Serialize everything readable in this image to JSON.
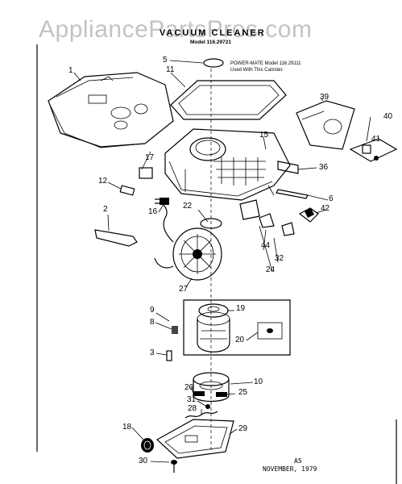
{
  "watermark": "AppliancePartsPros.com",
  "header": {
    "title": "VACUUM CLEANER",
    "model": "Model 116.29721",
    "note_line1": "POWER-MATE Model 116.29111",
    "note_line2": "Used With This Canister."
  },
  "footer": {
    "code": "A5",
    "date": "NOVEMBER, 1979"
  },
  "callouts": [
    "1",
    "2",
    "3",
    "5",
    "6",
    "8",
    "9",
    "10",
    "11",
    "12",
    "15",
    "16",
    "17",
    "18",
    "19",
    "20",
    "22",
    "24",
    "25",
    "26",
    "27",
    "28",
    "29",
    "30",
    "31",
    "32",
    "36",
    "39",
    "40",
    "41",
    "42",
    "44"
  ]
}
